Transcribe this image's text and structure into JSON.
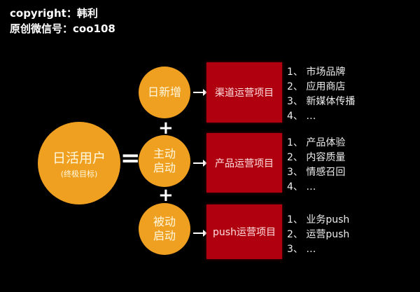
{
  "header": {
    "line1": "copyright：韩利",
    "line2": "原创微信号：coo108"
  },
  "main_circle": {
    "title": "日活用户",
    "subtitle": "(终极目标)"
  },
  "operators": {
    "equals": "=",
    "plus": "+"
  },
  "sources": [
    {
      "label_lines": [
        "日新增"
      ],
      "project": "渠道运营项目",
      "items": [
        "1、 市场品牌",
        "2、 应用商店",
        "3、 新媒体传播",
        "4、 …"
      ]
    },
    {
      "label_lines": [
        "主动",
        "启动"
      ],
      "project": "产品运营项目",
      "items": [
        "1、 产品体验",
        "2、 内容质量",
        "3、 情感召回",
        "4、 …"
      ]
    },
    {
      "label_lines": [
        "被动",
        "启动"
      ],
      "project": "push运营项目",
      "items": [
        "1、 业务push",
        "2、 运营push",
        "3、 …"
      ]
    }
  ],
  "colors": {
    "circle": "#f0a020",
    "box": "#b00010",
    "background": "#000000"
  }
}
